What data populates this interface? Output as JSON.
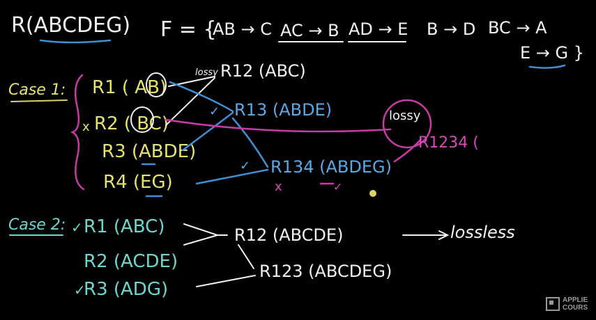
{
  "header": {
    "relation": "R(ABCDEG)",
    "fd_label": "F = {",
    "fds": [
      "AB → C",
      "AC → B",
      "AD → E",
      "B → D",
      "BC → A",
      "E → G }"
    ]
  },
  "case1": {
    "label": "Case 1:",
    "relations": [
      "R1 ( AB)",
      "R2 ( BC)",
      "R3 (ABDE)",
      "R4 (EG)"
    ],
    "marker_x": "x",
    "lossy_top": "lossy",
    "r12": "R12 (ABC)",
    "r13": "R13 (ABDE)",
    "r134": "R134 (ABDEG)",
    "lossy_circle": "lossy",
    "r1234": "R1234 (",
    "check": "✓",
    "x_mark": "x"
  },
  "case2": {
    "label": "Case 2:",
    "relations": [
      "R1 (ABC)",
      "R2 (ACDE)",
      "R3 (ADG)"
    ],
    "r12": "R12 (ABCDE)",
    "r123": "R123 (ABCDEG)",
    "result": "lossless",
    "check": "✓"
  },
  "logo": {
    "line1": "APPLIE",
    "line2": "COURS"
  },
  "colors": {
    "background": "#000000",
    "white": "#f2f2f2",
    "yellow": "#e6e36a",
    "teal": "#6fd6cf",
    "blue": "#5aa8e6",
    "pink": "#d84ab8"
  }
}
